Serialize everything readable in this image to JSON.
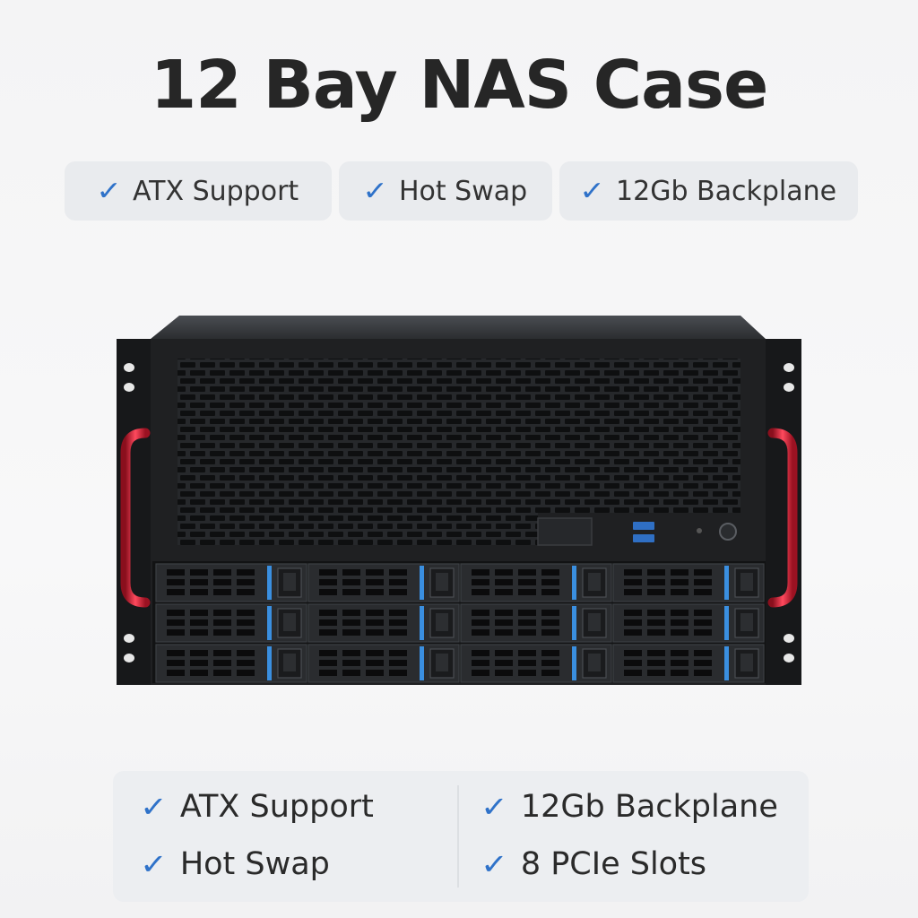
{
  "title": "12 Bay NAS Case",
  "top_features": [
    "ATX Support",
    "Hot Swap",
    "12Gb Backplane"
  ],
  "bottom_features": {
    "left": [
      "ATX Support",
      "Hot Swap"
    ],
    "right": [
      "12Gb Backplane",
      "8 PCIe Slots"
    ]
  },
  "check_symbol": "✓",
  "colors": {
    "accent": "#2f72c9",
    "handle": "#e0243a",
    "drive_led": "#3a8fe0",
    "chassis": "#1e1f21"
  },
  "drive_bays": 12
}
